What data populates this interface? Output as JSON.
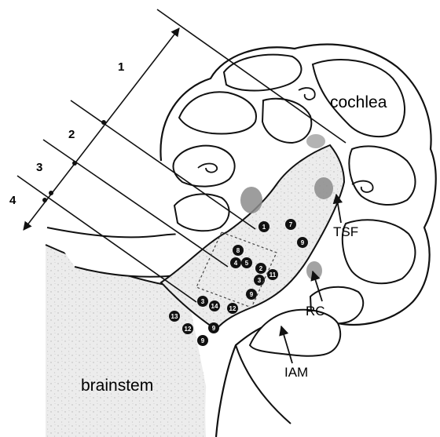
{
  "labels": {
    "cochlea": "cochlea",
    "brainstem": "brainstem",
    "tsf": "TSF",
    "rc": "RC",
    "iam": "IAM"
  },
  "segments": [
    "1",
    "2",
    "3",
    "4"
  ],
  "electrodes": [
    "1",
    "7",
    "9",
    "8",
    "4",
    "5",
    "2",
    "3",
    "11",
    "9",
    "3",
    "14",
    "12",
    "13",
    "12",
    "9",
    "9"
  ],
  "colors": {
    "ink": "#111111",
    "tissue": "#e9e9e9",
    "darkspot": "#8c8c8c",
    "white": "#ffffff"
  }
}
